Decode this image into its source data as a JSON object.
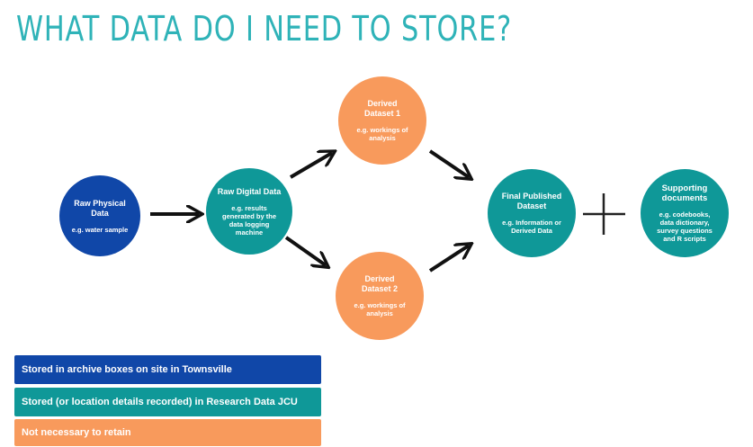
{
  "title": "WHAT DATA DO I NEED TO STORE?",
  "colors": {
    "title": "#2fb3b8",
    "blue": "#1047a8",
    "teal": "#0f9898",
    "orange": "#f89a5c",
    "arrow": "#111111"
  },
  "nodes": {
    "raw_physical": {
      "title": "Raw Physical Data",
      "subtitle": "e.g. water sample"
    },
    "raw_digital": {
      "title": "Raw Digital Data",
      "subtitle": "e.g. results generated by the data logging machine"
    },
    "derived_1": {
      "title": "Derived Dataset 1",
      "subtitle": "e.g. workings of analysis"
    },
    "derived_2": {
      "title": "Derived Dataset 2",
      "subtitle": "e.g. workings of analysis"
    },
    "final": {
      "title": "Final Published Dataset",
      "subtitle": "e.g. Information or Derived Data"
    },
    "supporting": {
      "title": "Supporting documents",
      "subtitle": "e.g. codebooks, data dictionary, survey questions and R scripts"
    }
  },
  "legend": {
    "blue": "Stored in archive boxes on site in Townsville",
    "teal": "Stored (or location details recorded) in Research Data JCU",
    "orange": "Not necessary to retain"
  }
}
